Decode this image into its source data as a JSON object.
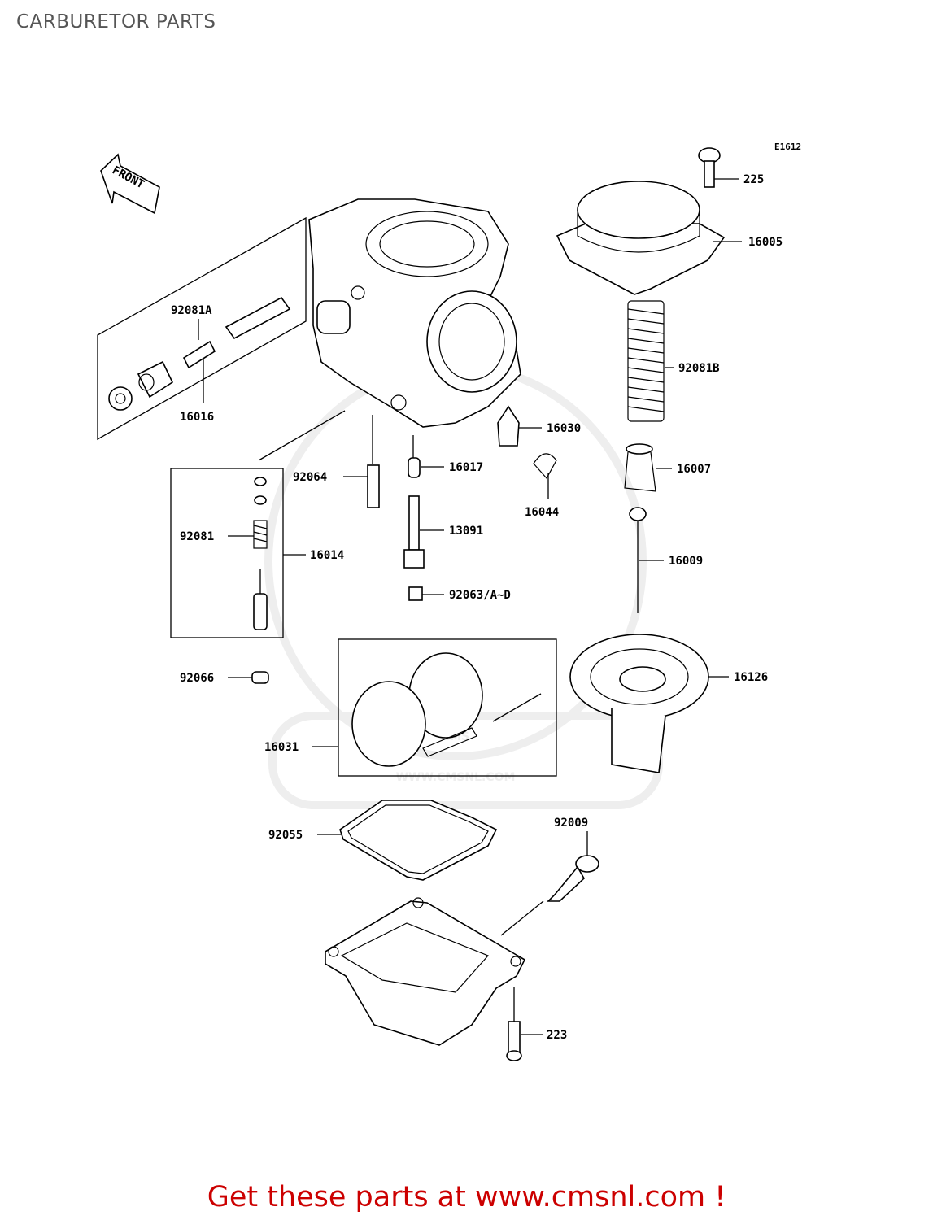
{
  "title": "CARBURETOR PARTS",
  "diagram_code": "E1612",
  "front_label": "FRONT",
  "watermark": {
    "brand": "CMS",
    "url": "WWW.CMSNL.COM"
  },
  "parts": [
    {
      "id": "225"
    },
    {
      "id": "16005"
    },
    {
      "id": "92081A"
    },
    {
      "id": "16016"
    },
    {
      "id": "92081B"
    },
    {
      "id": "16030"
    },
    {
      "id": "92064"
    },
    {
      "id": "16017"
    },
    {
      "id": "16007"
    },
    {
      "id": "16044"
    },
    {
      "id": "92081"
    },
    {
      "id": "13091"
    },
    {
      "id": "16014"
    },
    {
      "id": "16009"
    },
    {
      "id": "92063/A~D"
    },
    {
      "id": "92066"
    },
    {
      "id": "16126"
    },
    {
      "id": "16031"
    },
    {
      "id": "92009"
    },
    {
      "id": "92055"
    },
    {
      "id": "223"
    }
  ],
  "promo": "Get these parts at www.cmsnl.com !"
}
